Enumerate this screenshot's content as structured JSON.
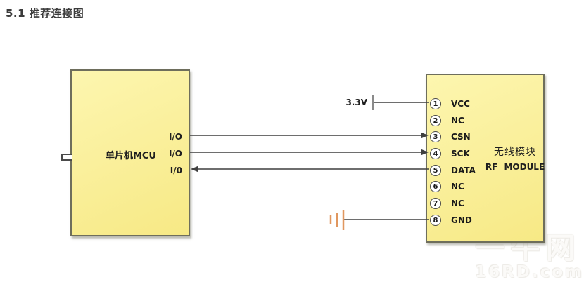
{
  "title": "5.1 推荐连接图",
  "mcu": {
    "name": "单片机MCU",
    "io_labels": [
      "I/O",
      "I/O",
      "I/0"
    ]
  },
  "rf_module": {
    "name_cn": "无线模块",
    "name_en": "RF  MODULE",
    "pins": [
      {
        "number": "1",
        "label": "VCC"
      },
      {
        "number": "2",
        "label": "NC"
      },
      {
        "number": "3",
        "label": "CSN"
      },
      {
        "number": "4",
        "label": "SCK"
      },
      {
        "number": "5",
        "label": "DATA"
      },
      {
        "number": "6",
        "label": "NC"
      },
      {
        "number": "7",
        "label": "NC"
      },
      {
        "number": "8",
        "label": "GND"
      }
    ]
  },
  "power": {
    "supply_label": "3.3V"
  },
  "connections": [
    {
      "from": "MCU I/O",
      "to": "pin 3 CSN",
      "direction": "mcu-to-module"
    },
    {
      "from": "MCU I/O",
      "to": "pin 4 SCK",
      "direction": "mcu-to-module"
    },
    {
      "from": "pin 5 DATA",
      "to": "MCU I/0",
      "direction": "module-to-mcu"
    },
    {
      "from": "3.3V supply",
      "to": "pin 1 VCC",
      "direction": "none"
    },
    {
      "from": "ground symbol",
      "to": "pin 8 GND",
      "direction": "none"
    }
  ],
  "watermark": {
    "line1": "一牛网",
    "line2": "16RD.com"
  },
  "colors": {
    "box_fill": "#FAF09D",
    "box_border": "#6E6E5C",
    "wire": "#3F3F3F",
    "supply_tick": "#8A8A8A",
    "ground_symbol": "#E0975F",
    "title_text": "#3C3C3C"
  }
}
